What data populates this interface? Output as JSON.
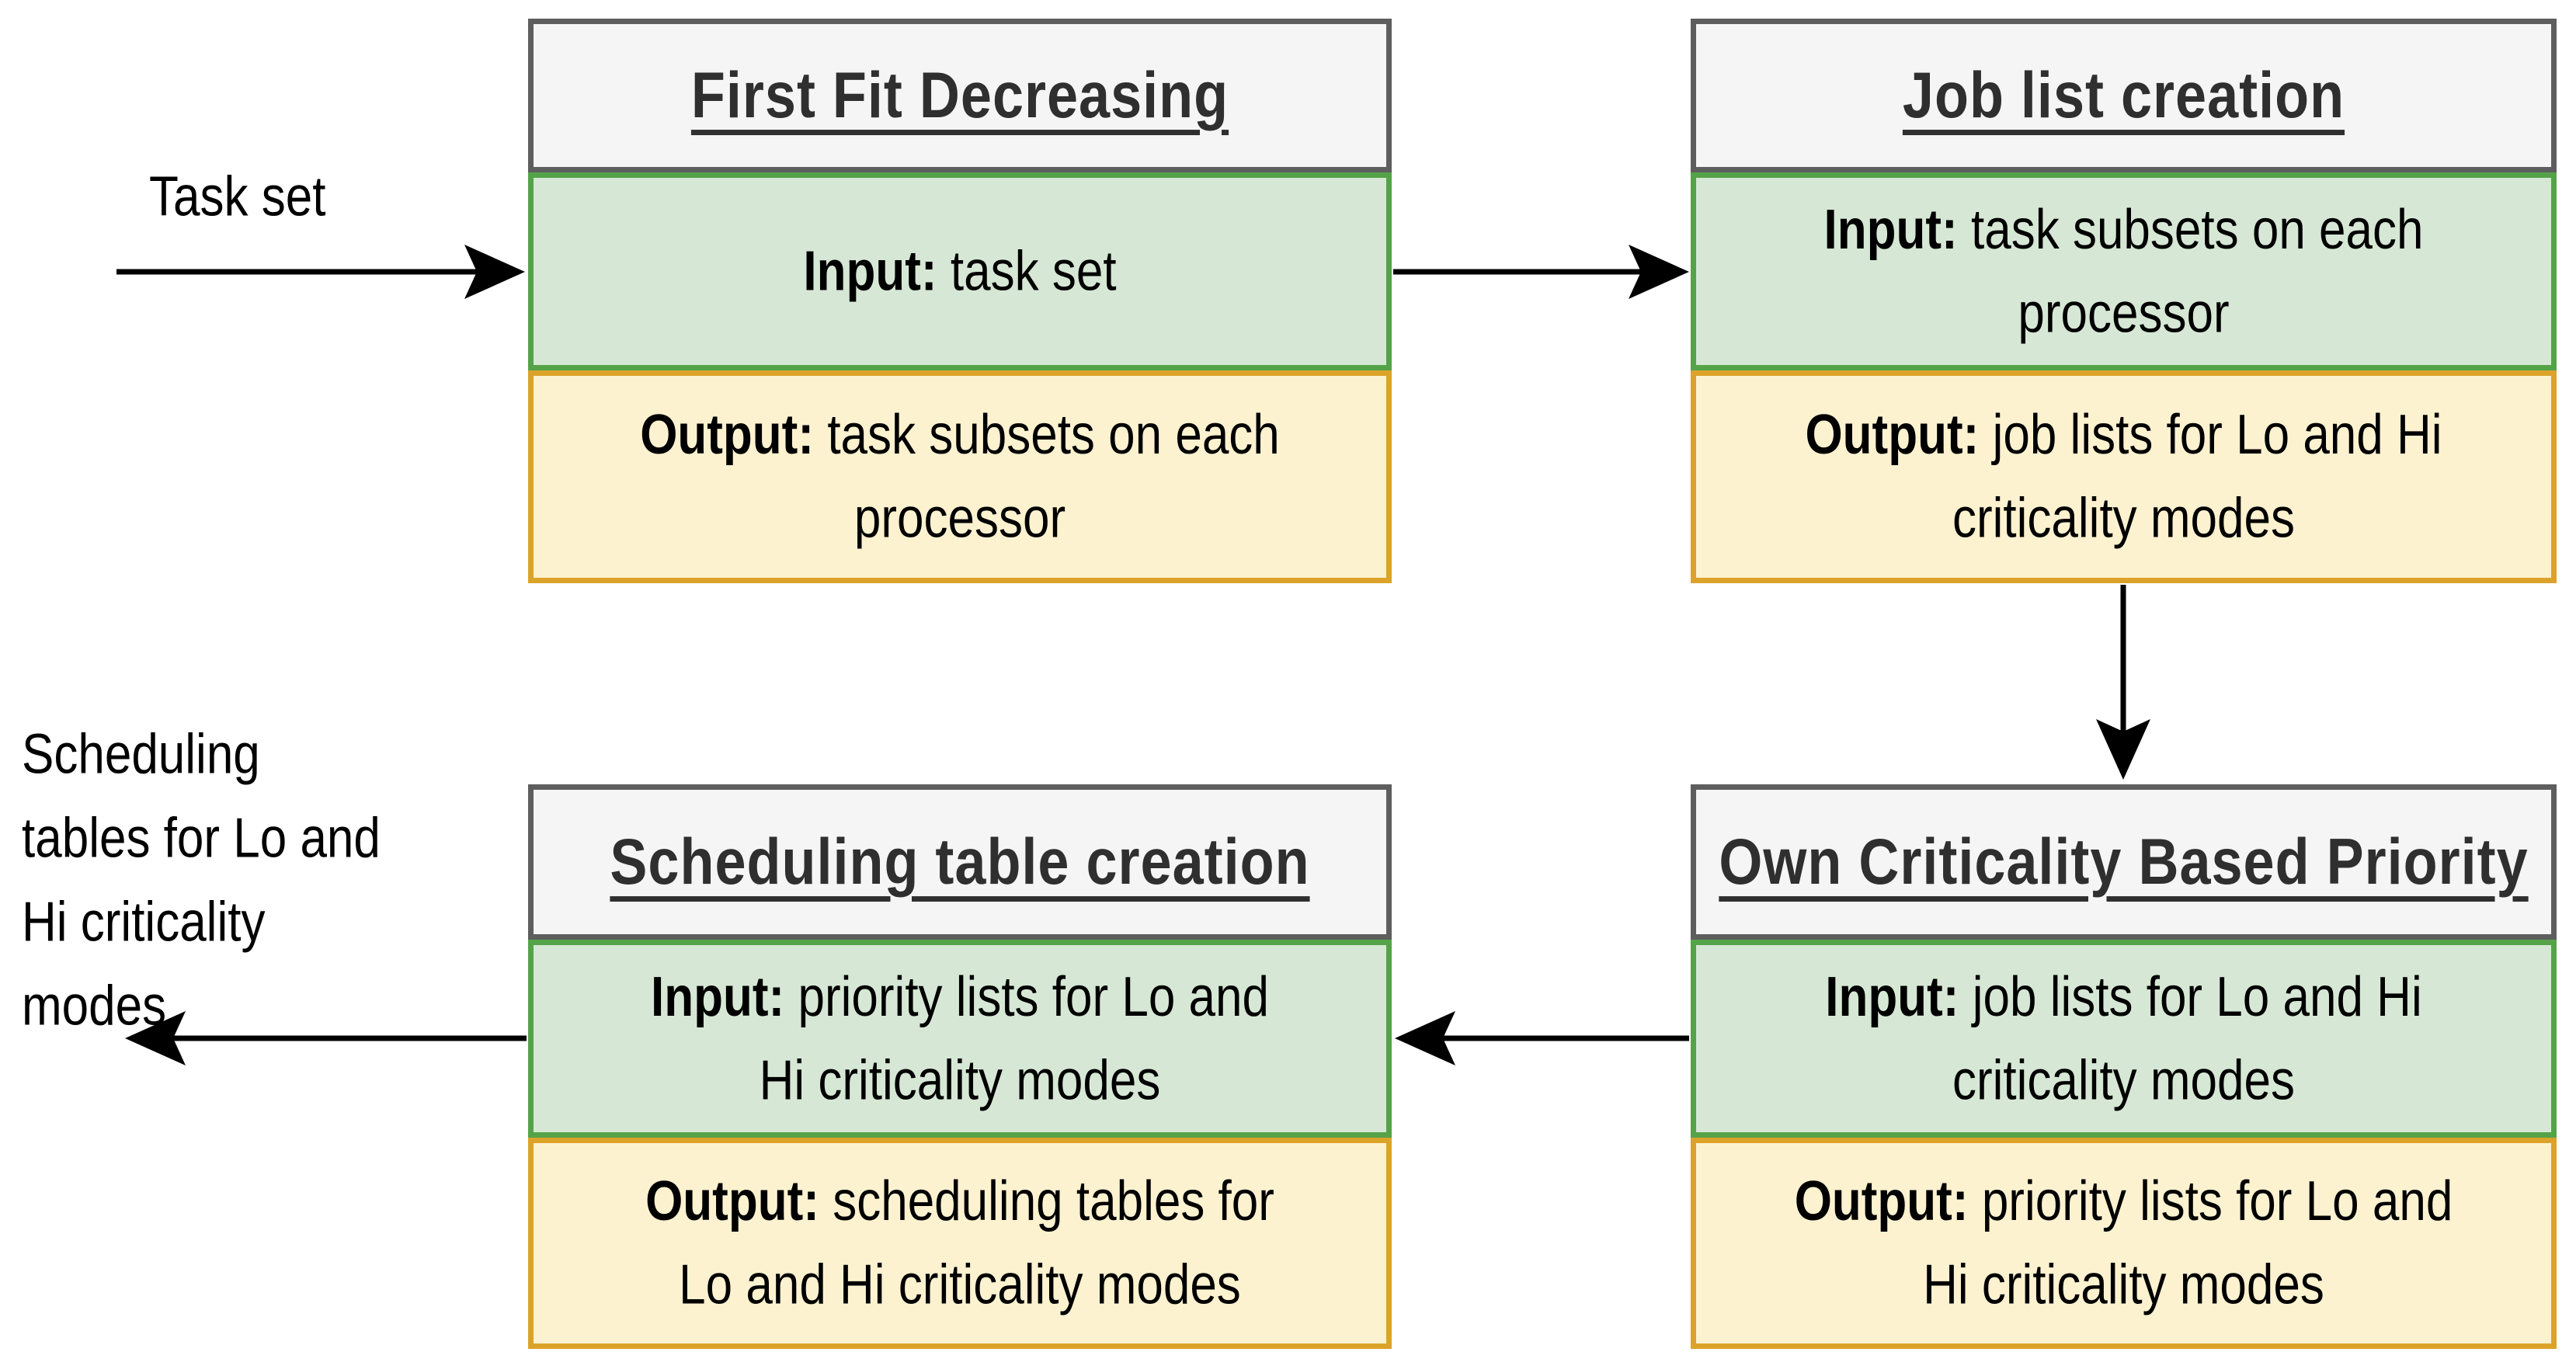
{
  "diagram": {
    "boxes": [
      {
        "title": "First Fit Decreasing",
        "input_label": "Input:",
        "input_text": "task set",
        "output_label": "Output:",
        "output_text": "task subsets on each processor"
      },
      {
        "title": "Job list creation",
        "input_label": "Input:",
        "input_text": "task subsets on each processor",
        "output_label": "Output:",
        "output_text": "job lists for Lo and Hi criticality modes"
      },
      {
        "title": "Own Criticality Based Priority",
        "input_label": "Input:",
        "input_text": "job lists for Lo and Hi criticality modes",
        "output_label": "Output:",
        "output_text": "priority lists for Lo and Hi criticality modes"
      },
      {
        "title": "Scheduling table creation",
        "input_label": "Input:",
        "input_text": "priority lists for Lo and Hi criticality modes",
        "output_label": "Output:",
        "output_text": "scheduling tables for Lo and Hi criticality modes"
      }
    ],
    "labels": {
      "task_set": "Task set",
      "result": "Scheduling\ntables for Lo and\nHi criticality\nmodes"
    },
    "colors": {
      "header_fill": "#f5f5f5",
      "header_border": "#5e5e5e",
      "input_fill": "#d6e8d5",
      "input_border": "#55a348",
      "output_fill": "#fdf2d0",
      "output_border": "#dca32a",
      "arrow": "#000000",
      "title_text": "#2f2f2f",
      "body_text": "#000000"
    }
  }
}
